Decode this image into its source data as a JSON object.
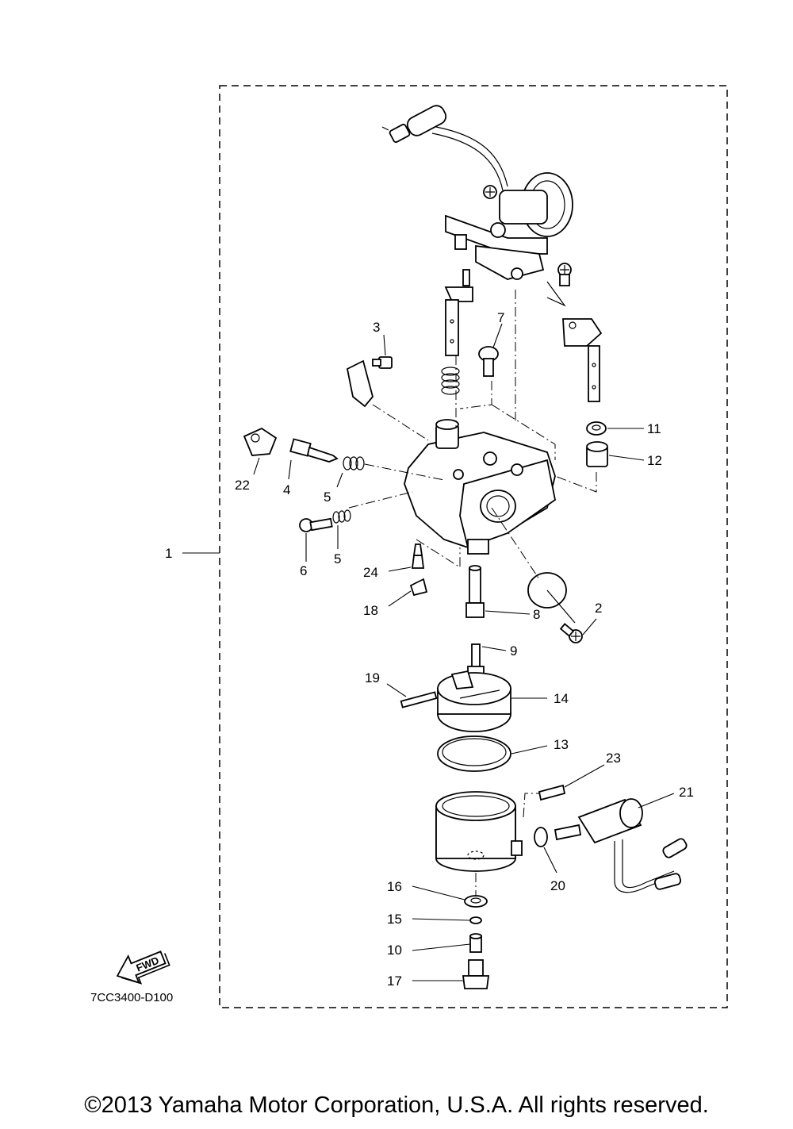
{
  "diagram_code": "7CC3400-D100",
  "fwd_label": "FWD",
  "copyright": "©2013 Yamaha Motor Corporation, U.S.A. All rights reserved.",
  "callouts": [
    "1",
    "2",
    "3",
    "4",
    "5",
    "5",
    "6",
    "7",
    "8",
    "9",
    "10",
    "11",
    "12",
    "13",
    "14",
    "15",
    "16",
    "17",
    "18",
    "19",
    "20",
    "21",
    "22",
    "23",
    "24"
  ]
}
